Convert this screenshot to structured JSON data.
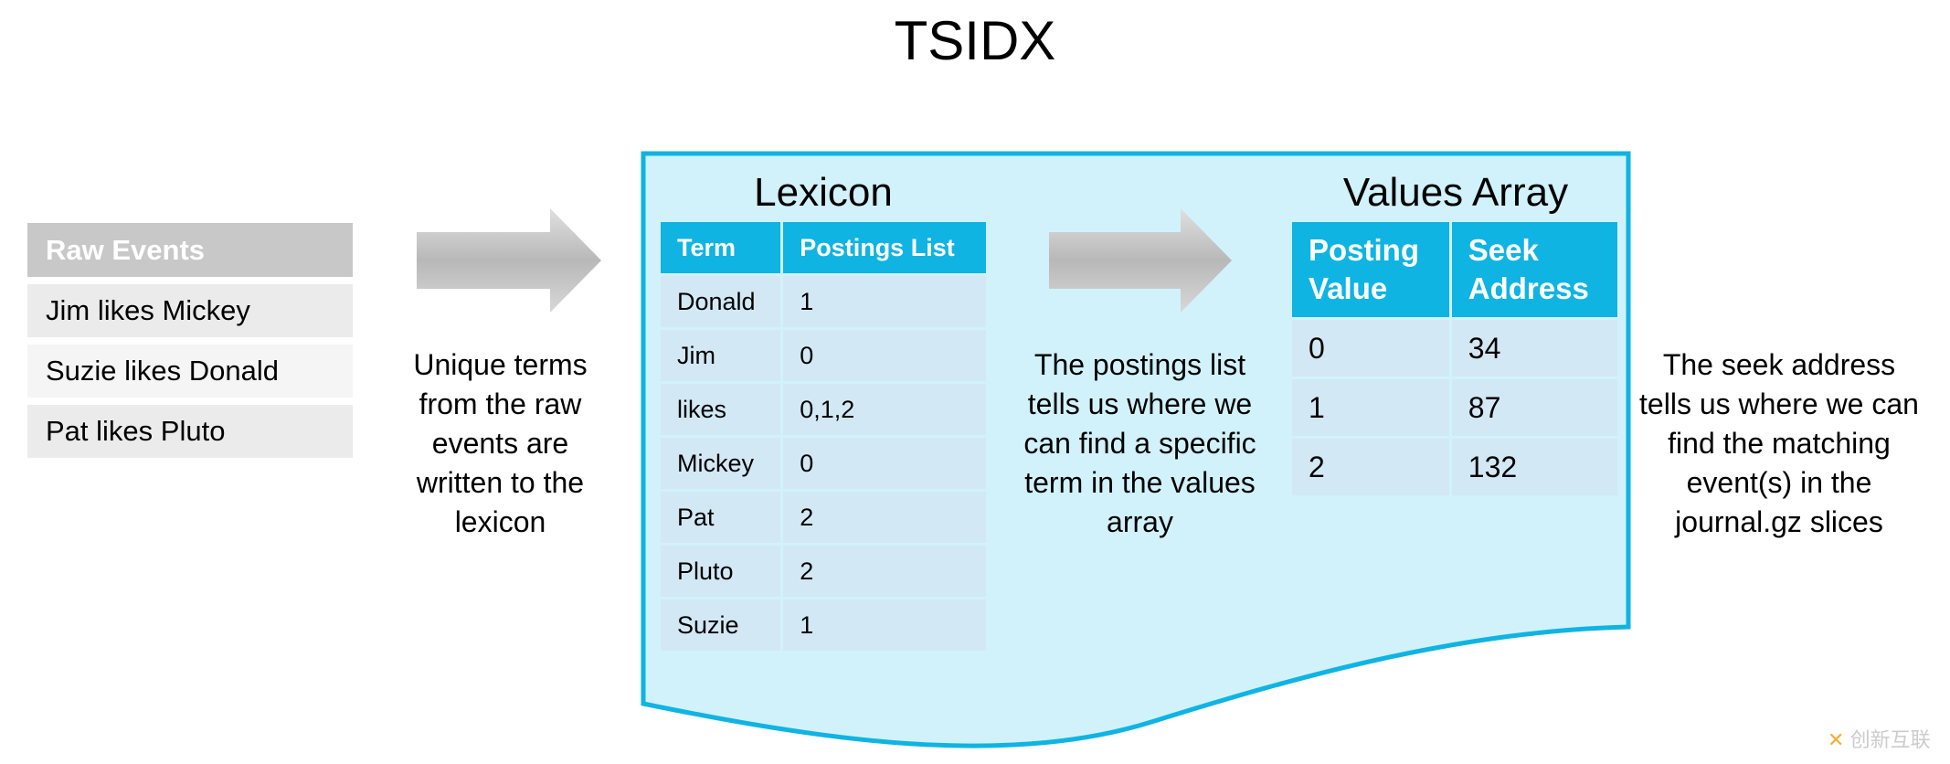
{
  "title": "TSIDX",
  "raw_events": {
    "header": "Raw Events",
    "rows": [
      "Jim likes Mickey",
      "Suzie likes Donald",
      "Pat likes Pluto"
    ]
  },
  "captions": {
    "left": "Unique terms from the raw events are written to the lexicon",
    "middle": "The postings list tells us where we can find a specific term in the values array",
    "right": "The seek address tells us where we can find the matching event(s) in the journal.gz slices"
  },
  "lexicon": {
    "title": "Lexicon",
    "headers": [
      "Term",
      "Postings List"
    ],
    "rows": [
      [
        "Donald",
        "1"
      ],
      [
        "Jim",
        "0"
      ],
      [
        "likes",
        "0,1,2"
      ],
      [
        "Mickey",
        "0"
      ],
      [
        "Pat",
        "2"
      ],
      [
        "Pluto",
        "2"
      ],
      [
        "Suzie",
        "1"
      ]
    ]
  },
  "values_array": {
    "title": "Values Array",
    "headers": [
      "Posting Value",
      "Seek Address"
    ],
    "rows": [
      [
        "0",
        "34"
      ],
      [
        "1",
        "87"
      ],
      [
        "2",
        "132"
      ]
    ]
  },
  "watermark": "创新互联",
  "colors": {
    "accent": "#0fb4e2",
    "panel": "#d1f2fb",
    "cell": "#d3e8f5"
  }
}
